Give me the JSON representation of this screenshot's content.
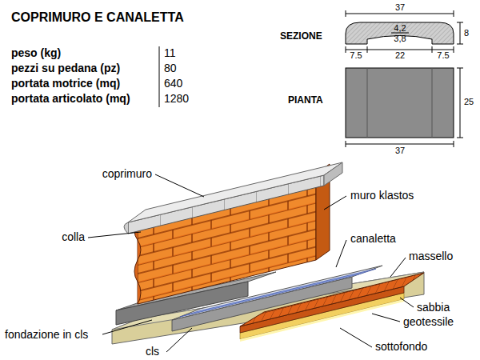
{
  "diagram": {
    "title": "COPRIMURO E CANALETTA",
    "labels": [
      "peso (kg)",
      "11",
      "pezzi su pedana (pz)",
      "80",
      "portata motrice (mq)",
      "640",
      "portata articolato (mq)",
      "1280",
      "SEZIONE",
      "37",
      "4,2",
      "3,8",
      "8",
      "7.5",
      "22",
      "7.5",
      "PIANTA",
      "25",
      "37",
      "coprimuro",
      "muro klastos",
      "colla",
      "canaletta",
      "massello",
      "sabbia",
      "geotessile",
      "fondazione in cls",
      "cls",
      "sottofondo"
    ]
  }
}
